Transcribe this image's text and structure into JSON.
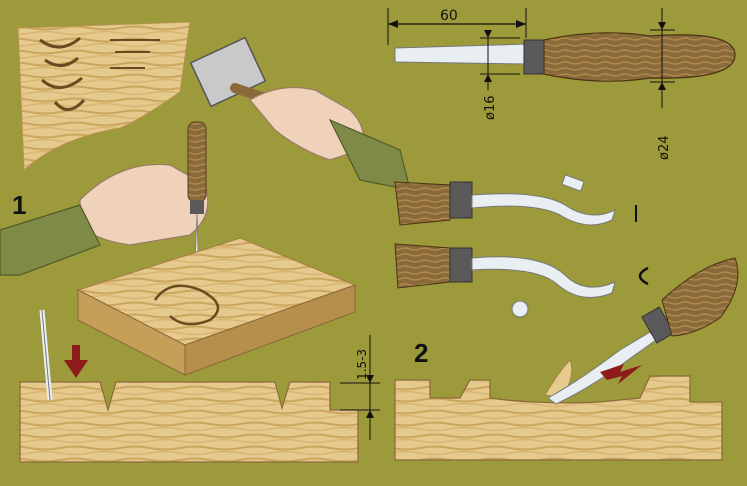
{
  "figures": {
    "fig1": {
      "number": "1"
    },
    "fig2": {
      "number": "2"
    }
  },
  "dimensions": {
    "blade_length": "60",
    "shank_diameter": "ø16",
    "handle_diameter": "ø24",
    "groove_depth": "1.5-3"
  },
  "colors": {
    "background": "#9c9a3a",
    "wood_light": "#e6c98c",
    "wood_grain": "#caa65f",
    "handle": "#8a6a3a",
    "ferrule": "#5a5a5a",
    "steel": "#e9eef2",
    "arrow": "#8e1a1a",
    "skin": "#efd2b9",
    "sleeve": "#7f8a46"
  }
}
